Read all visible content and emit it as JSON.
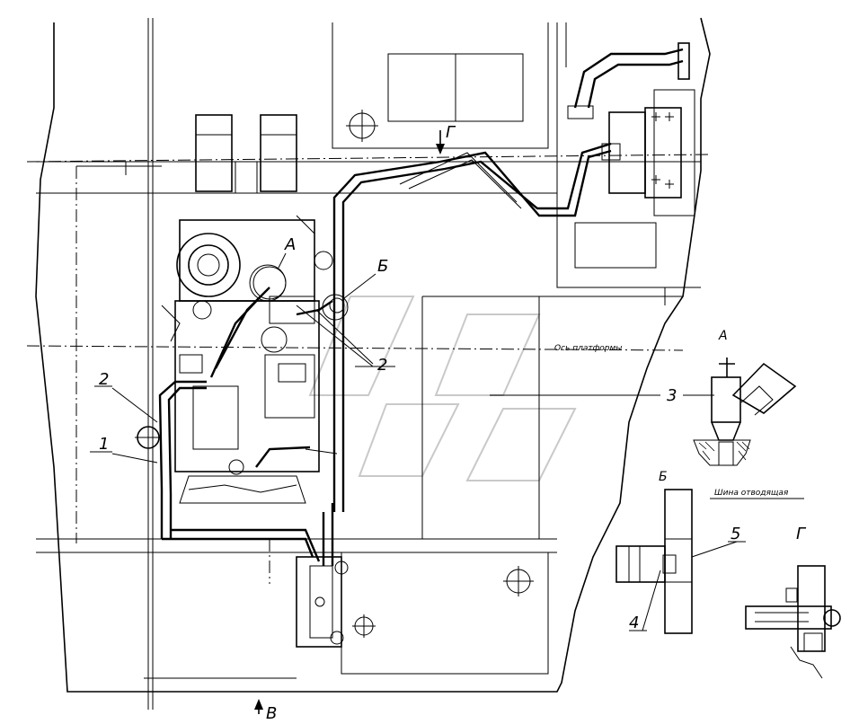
{
  "labels": {
    "a_top": "А",
    "b_top": "Б",
    "g_top": "Г",
    "num_1": "1",
    "num_2_left": "2",
    "num_2_right": "2",
    "num_3": "3",
    "num_4": "4",
    "num_5": "5",
    "view_a": "А",
    "view_b": "Б",
    "view_g": "Г",
    "view_v": "В",
    "platform_axis": "Ось платформы",
    "frame_note": "Шина отводящая"
  },
  "colors": {
    "ink": "#000000",
    "paper": "#ffffff",
    "watermark": "#c9c9c9"
  }
}
